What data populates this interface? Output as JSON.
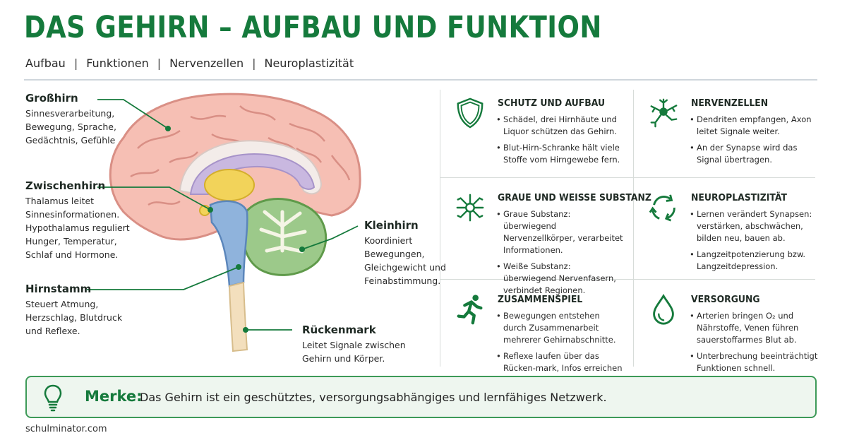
{
  "header": {
    "title": "DAS GEHIRN – AUFBAU UND FUNKTION",
    "nav": [
      "Aufbau",
      "Funktionen",
      "Nervenzellen",
      "Neuroplastizität"
    ],
    "nav_separator": "|"
  },
  "labels": {
    "grosshirn": {
      "title": "Großhirn",
      "lines": [
        "Sinnesverarbeitung,",
        "Bewegung, Sprache,",
        "Gedächtnis, Gefühle"
      ]
    },
    "zwischenhirn": {
      "title": "Zwischenhirn",
      "lines": [
        "Thalamus leitet",
        "Sinnesinformationen.",
        "Hypothalamus reguliert",
        "Hunger, Temperatur,",
        "Schlaf und Hormone."
      ]
    },
    "hirnstamm": {
      "title": "Hirnstamm",
      "lines": [
        "Steuert Atmung,",
        "Herzschlag, Blutdruck",
        "und Reflexe."
      ]
    },
    "kleinhirn": {
      "title": "Kleinhirn",
      "lines": [
        "Koordiniert",
        "Bewegungen,",
        "Gleichgewicht und",
        "Feinabstimmung."
      ]
    },
    "rueckenmark": {
      "title": "Rückenmark",
      "lines": [
        "Leitet Signale zwischen",
        "Gehirn und Körper."
      ]
    }
  },
  "cards": [
    {
      "icon": "shield-icon",
      "title": "SCHUTZ UND AUFBAU",
      "bullets": [
        "Schädel, drei Hirnhäute und Liquor schützen das Gehirn.",
        "Blut-Hirn-Schranke hält viele Stoffe vom Hirngewebe fern."
      ]
    },
    {
      "icon": "neuron-icon",
      "title": "NERVENZELLEN",
      "bullets": [
        "Dendriten empfangen, Axon leitet Signale weiter.",
        "An der Synapse wird das Signal übertragen."
      ]
    },
    {
      "icon": "neuron-network-icon",
      "title": "GRAUE UND WEISSE SUBSTANZ",
      "bullets": [
        "Graue Substanz: überwiegend Nervenzellkörper, verarbeitet Informationen.",
        "Weiße Substanz: überwiegend Nervenfasern, verbindet Regionen."
      ]
    },
    {
      "icon": "cycle-arrows-icon",
      "title": "NEUROPLASTIZITÄT",
      "bullets": [
        "Lernen verändert Synapsen: verstärken, abschwächen, bilden neu, bauen ab.",
        "Langzeitpotenzierung bzw. Langzeitdepression."
      ]
    },
    {
      "icon": "running-person-icon",
      "title": "ZUSAMMENSPIEL",
      "bullets": [
        "Bewegungen entstehen durch Zusammenarbeit mehrerer Gehirnabschnitte.",
        "Reflexe laufen über das Rücken-mark, Infos erreichen das Gehirn."
      ]
    },
    {
      "icon": "drop-icon",
      "title": "VERSORGUNG",
      "bullets": [
        "Arterien bringen O₂ und Nährstoffe, Venen führen sauerstoffarmes Blut ab.",
        "Unterbrechung beeinträchtigt Funktionen schnell."
      ]
    }
  ],
  "merke": {
    "label": "Merke:",
    "text": "Das Gehirn ist ein geschütztes, versorgungsabhängiges und lernfähiges Netzwerk."
  },
  "footer": {
    "site": "schulminator.com"
  },
  "colors": {
    "accent": "#157a3c",
    "cerebrum": "#f6bfb4",
    "cerebellum": "#9cc98a",
    "brainstem": "#8fb3dc",
    "thalamus": "#f2d35a",
    "spinal_cord": "#f3dfbd"
  }
}
